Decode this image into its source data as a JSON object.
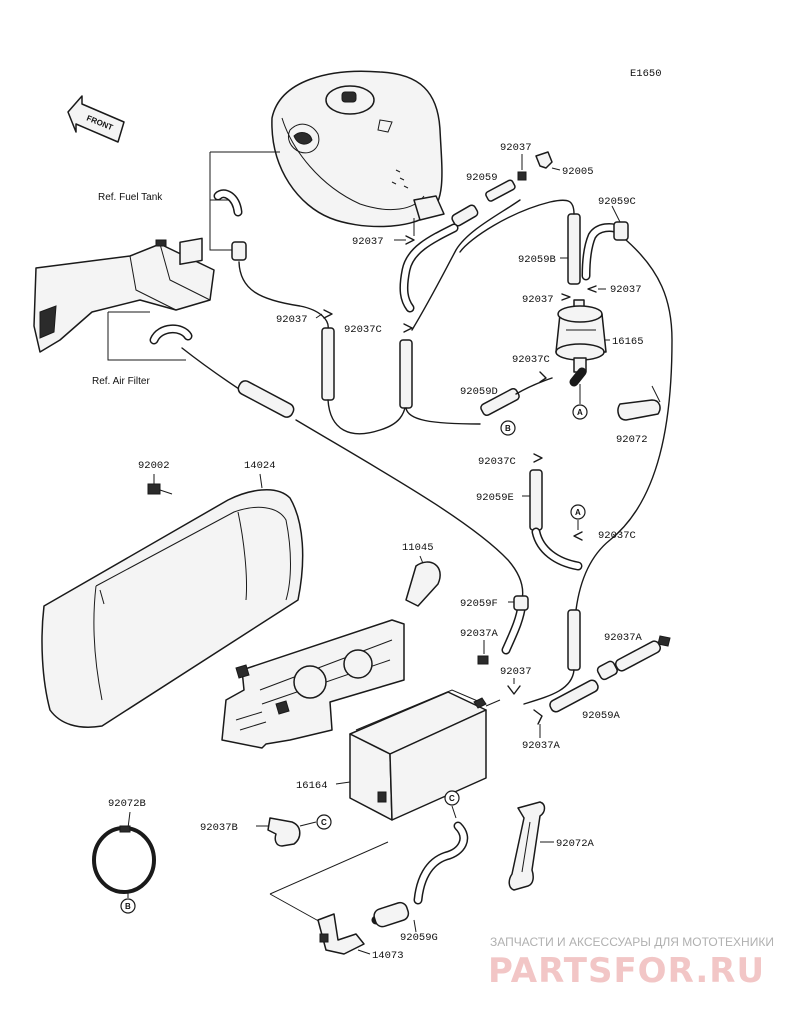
{
  "diagram_code": "E1650",
  "front_arrow_label": "FRONT",
  "refs": {
    "fuel_tank": "Ref. Fuel Tank",
    "air_filter": "Ref. Air Filter"
  },
  "parts": {
    "p92037_top": "92037",
    "p92005": "92005",
    "p92059_top": "92059",
    "p92059C": "92059C",
    "p92037_tank": "92037",
    "p92059B": "92059B",
    "p92037_mid_left": "92037",
    "p92037_mid_right": "92037",
    "p92037_left": "92037",
    "p92037C_left": "92037C",
    "p16165": "16165",
    "p92037C_filter": "92037C",
    "p92059D": "92059D",
    "p92072": "92072",
    "p92002": "92002",
    "p14024": "14024",
    "p92037C_mid": "92037C",
    "p92059E": "92059E",
    "p92037C_right": "92037C",
    "p11045": "11045",
    "p92059F": "92059F",
    "p92037A_left": "92037A",
    "p92037A_right": "92037A",
    "p92037_canister": "92037",
    "p92059A": "92059A",
    "p92037A_bottom": "92037A",
    "p16164": "16164",
    "p92072B": "92072B",
    "p92037B": "92037B",
    "p92072A": "92072A",
    "p92059G": "92059G",
    "p14073": "14073"
  },
  "connectors": {
    "a": "A",
    "b": "B",
    "c": "C"
  },
  "watermark": {
    "tagline": "ЗАПЧАСТИ И АКСЕССУАРЫ ДЛЯ МОТОТЕХНИКИ",
    "brand": "PARTSFOR.RU"
  }
}
